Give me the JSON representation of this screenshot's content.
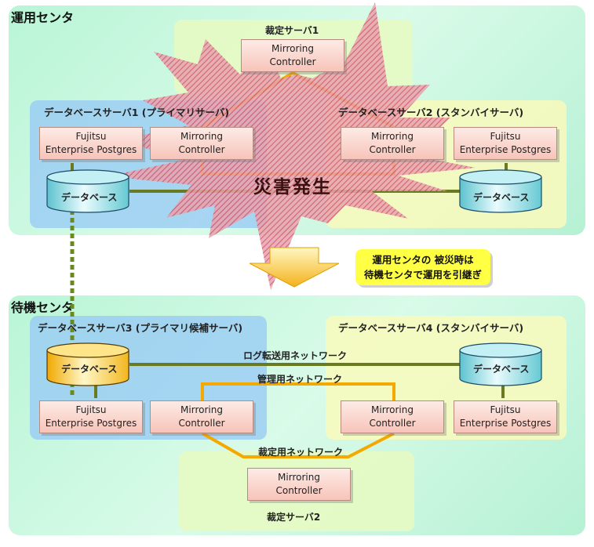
{
  "operation_center": {
    "title": "運用センタ",
    "arbitration_server_1": {
      "title": "裁定サーバ1",
      "mirroring_controller": [
        "Mirroring",
        "Controller"
      ]
    },
    "db_server_1": {
      "title": "データベースサーバ1 (プライマリサーバ)",
      "fep": [
        "Fujitsu",
        "Enterprise Postgres"
      ],
      "mirroring_controller": [
        "Mirroring",
        "Controller"
      ],
      "database": "データベース"
    },
    "db_server_2": {
      "title": "データベースサーバ2 (スタンバイサーバ)",
      "fep": [
        "Fujitsu",
        "Enterprise Postgres"
      ],
      "mirroring_controller": [
        "Mirroring",
        "Controller"
      ],
      "database": "データベース"
    },
    "disaster_label": "災害発生"
  },
  "transition_note": [
    "運用センタの 被災時は",
    "待機センタで運用を引継ぎ"
  ],
  "standby_center": {
    "title": "待機センタ",
    "db_server_3": {
      "title": "データベースサーバ3 (プライマリ候補サーバ)",
      "fep": [
        "Fujitsu",
        "Enterprise Postgres"
      ],
      "mirroring_controller": [
        "Mirroring",
        "Controller"
      ],
      "database": "データベース"
    },
    "db_server_4": {
      "title": "データベースサーバ4 (スタンバイサーバ)",
      "fep": [
        "Fujitsu",
        "Enterprise Postgres"
      ],
      "mirroring_controller": [
        "Mirroring",
        "Controller"
      ],
      "database": "データベース"
    },
    "arbitration_server_2": {
      "title": "裁定サーバ2",
      "mirroring_controller": [
        "Mirroring",
        "Controller"
      ]
    },
    "networks": {
      "log_transfer": "ログ転送用ネットワーク",
      "admin": "管理用ネットワーク",
      "arbitration": "裁定用ネットワーク"
    }
  },
  "colors": {
    "center_bg": "#c6f7de",
    "orange_line": "#f5a800",
    "olive_line": "#6a7a20",
    "explosion": "#d9506a",
    "db_cyan": "#7fd8e0",
    "db_gold": "#f7c232"
  }
}
